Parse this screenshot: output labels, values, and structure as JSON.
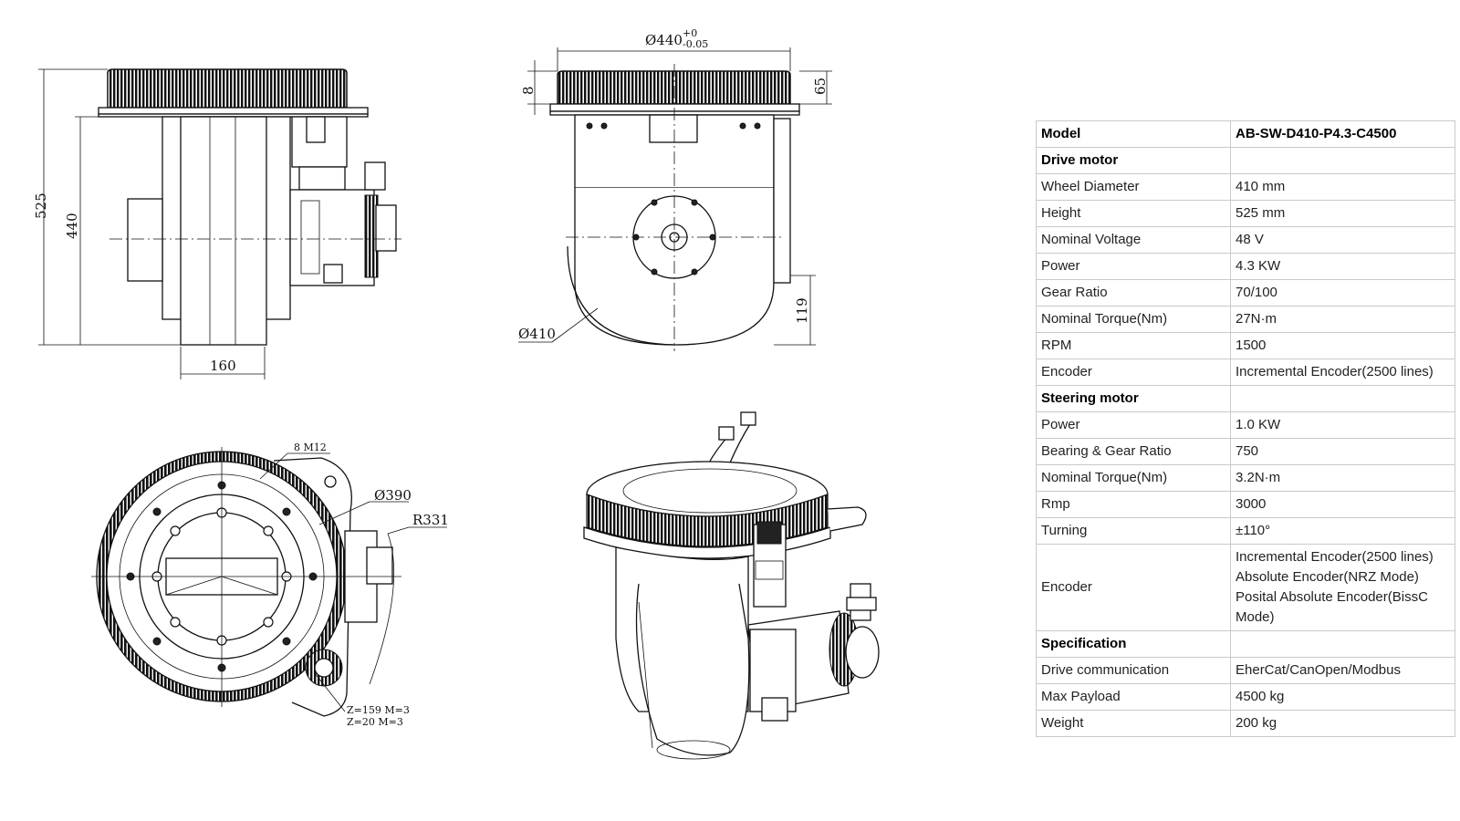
{
  "drawing": {
    "dims": {
      "side_height_total": "525",
      "side_height_inner": "440",
      "side_wheel_width": "160",
      "front_diameter_main": "Ø440",
      "front_tol_upper": "+0",
      "front_tol_lower": "-0.05",
      "front_gear_thickness": "8",
      "front_ring_height": "65",
      "front_wheel_diameter": "Ø410",
      "front_axle_height": "119",
      "top_bolts": "8  M12",
      "top_diameter": "Ø390",
      "top_radius": "R331",
      "top_gear_big": "Z=159  M=3",
      "top_gear_small": "Z=20  M=3"
    }
  },
  "spec_table": {
    "rows": [
      {
        "label": "Model",
        "value": "AB-SW-D410-P4.3-C4500",
        "bold": true
      },
      {
        "label": "Drive motor",
        "value": "",
        "bold": true
      },
      {
        "label": "Wheel Diameter",
        "value": "410 mm"
      },
      {
        "label": "Height",
        "value": "525 mm"
      },
      {
        "label": "Nominal Voltage",
        "value": "48 V"
      },
      {
        "label": "Power",
        "value": "4.3 KW"
      },
      {
        "label": "Gear Ratio",
        "value": "70/100"
      },
      {
        "label": "Nominal Torque(Nm)",
        "value": "27N·m"
      },
      {
        "label": "RPM",
        "value": "1500"
      },
      {
        "label": "Encoder",
        "value": "Incremental Encoder(2500 lines)"
      },
      {
        "label": "Steering motor",
        "value": "",
        "bold": true
      },
      {
        "label": "Power",
        "value": "1.0 KW"
      },
      {
        "label": "Bearing & Gear Ratio",
        "value": "750"
      },
      {
        "label": "Nominal Torque(Nm)",
        "value": "3.2N·m"
      },
      {
        "label": "Rmp",
        "value": "3000"
      },
      {
        "label": "Turning",
        "value": "±110°"
      },
      {
        "label": "Encoder",
        "value_lines": [
          "Incremental Encoder(2500 lines)",
          "Absolute Encoder(NRZ Mode)",
          "Posital Absolute Encoder(BissC",
          "Mode)"
        ]
      },
      {
        "label": "Specification",
        "value": "",
        "bold": true
      },
      {
        "label": "Drive communication",
        "value": "EherCat/CanOpen/Modbus"
      },
      {
        "label": "Max Payload",
        "value": "4500 kg"
      },
      {
        "label": "Weight",
        "value": "200 kg"
      }
    ]
  }
}
